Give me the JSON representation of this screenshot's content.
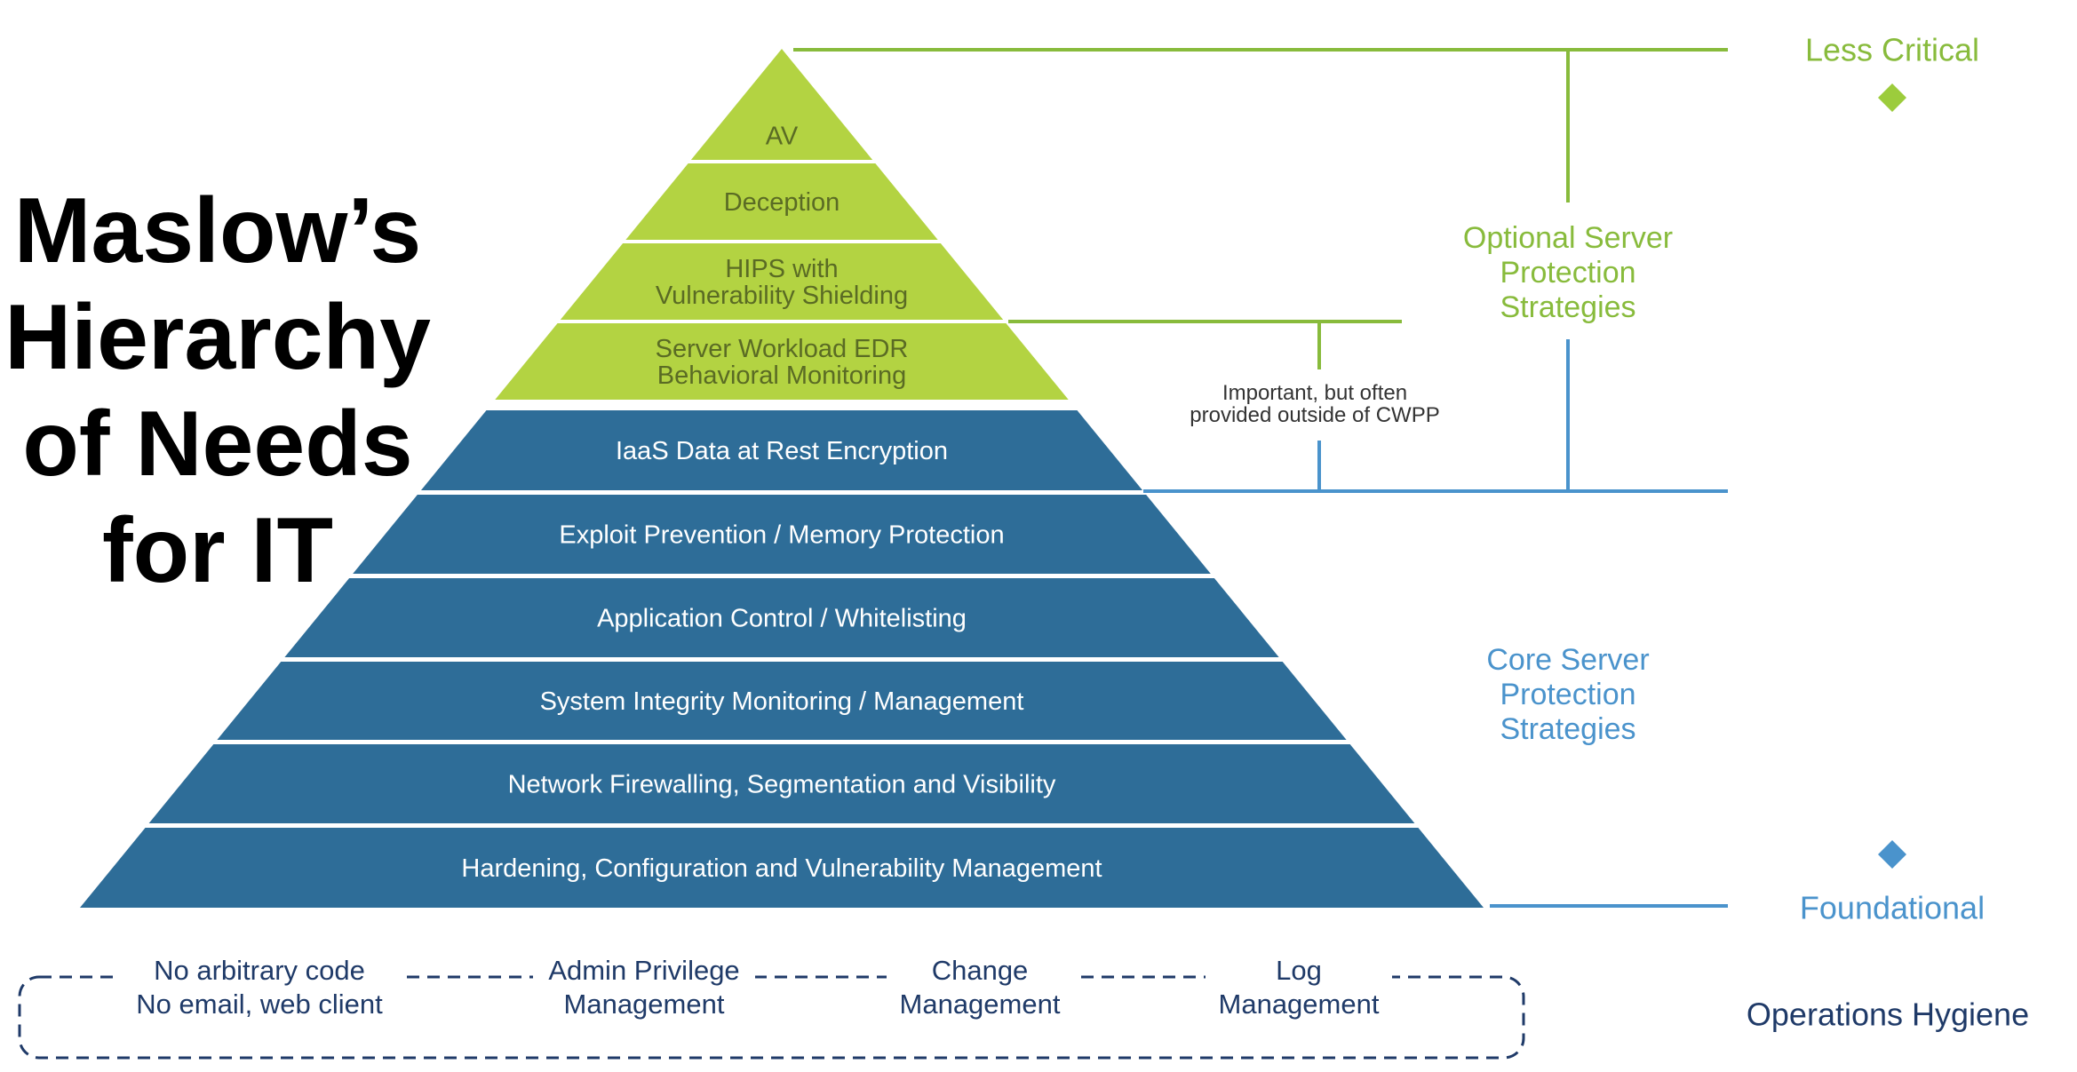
{
  "title": {
    "lines": [
      "Maslow’s",
      "Hierarchy",
      "of Needs",
      "for IT"
    ]
  },
  "colors": {
    "optional_fill": "#b3d342",
    "optional_text": "#5a6b24",
    "core_fill": "#2e6d98",
    "core_text": "#ffffff",
    "green_accent": "#88bb3c",
    "blue_accent": "#4a93cc",
    "navy_text": "#1f3a68",
    "dark_text": "#333333"
  },
  "pyramid": {
    "optional_levels": [
      {
        "lines": [
          "AV"
        ]
      },
      {
        "lines": [
          "Deception"
        ]
      },
      {
        "lines": [
          "HIPS with",
          "Vulnerability Shielding"
        ]
      },
      {
        "lines": [
          "Server Workload EDR",
          "Behavioral Monitoring"
        ]
      }
    ],
    "core_levels": [
      {
        "lines": [
          "IaaS Data at Rest Encryption"
        ]
      },
      {
        "lines": [
          "Exploit Prevention  / Memory Protection"
        ]
      },
      {
        "lines": [
          "Application Control / Whitelisting"
        ]
      },
      {
        "lines": [
          "System Integrity Monitoring / Management"
        ]
      },
      {
        "lines": [
          "Network Firewalling, Segmentation and Visibility"
        ]
      },
      {
        "lines": [
          "Hardening, Configuration and Vulnerability Management"
        ]
      }
    ]
  },
  "annotations": {
    "optional_group": [
      "Optional Server",
      "Protection",
      "Strategies"
    ],
    "core_group": [
      "Core Server",
      "Protection",
      "Strategies"
    ],
    "note": [
      "Important, but often",
      "provided outside of CWPP"
    ]
  },
  "scale": {
    "top_label": "Less Critical",
    "bottom_label": "Foundational"
  },
  "hygiene": {
    "items": [
      {
        "lines": [
          "No arbitrary code",
          "No email, web client"
        ]
      },
      {
        "lines": [
          "Admin Privilege",
          "Management"
        ]
      },
      {
        "lines": [
          "Change",
          "Management"
        ]
      },
      {
        "lines": [
          "Log",
          "Management"
        ]
      }
    ],
    "label": "Operations Hygiene"
  }
}
